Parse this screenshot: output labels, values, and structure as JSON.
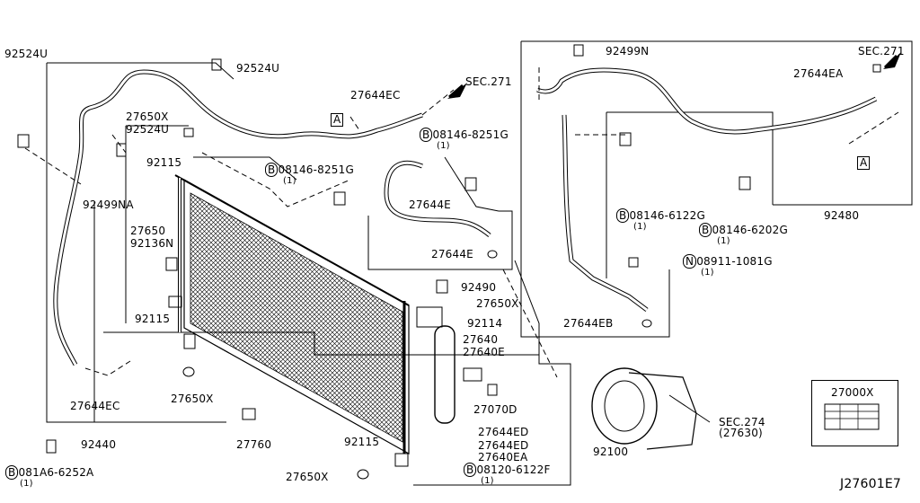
{
  "labels": {
    "p92524U_left": "92524U",
    "p92524U_top": "92524U",
    "p92524U_mid": "92524U",
    "p27644EC_top": "27644EC",
    "sec271_mid": "SEC.271",
    "a_mark_mid": "A",
    "p27650X_top": "27650X",
    "p92115_top": "92115",
    "b08146_8251G_mid": "08146-8251G",
    "b08146_8251G_mid_qty": "(1)",
    "b08146_8251G_right": "08146-8251G",
    "b08146_8251G_right_qty": "(1)",
    "p92499NA": "92499NA",
    "p27644E_mid": "27644E",
    "p27650": "27650",
    "p92136N": "92136N",
    "p27644E_lower": "27644E",
    "p92490": "92490",
    "p27650X_mid": "27650X",
    "p92115_mid": "92115",
    "p92114": "92114",
    "p27640": "27640",
    "p27640E": "27640E",
    "p27650X_low": "27650X",
    "p27070D": "27070D",
    "p27644EC_low": "27644EC",
    "p27760": "27760",
    "p92440": "92440",
    "b081A6_6252A": "081A6-6252A",
    "b081A6_6252A_qty": "(1)",
    "p92115_low": "92115",
    "p27644ED_1": "27644ED",
    "p27644ED_2": "27644ED",
    "p27640EA": "27640EA",
    "b08120_6122F": "08120-6122F",
    "b08120_6122F_qty": "(1)",
    "p27650X_bottom": "27650X",
    "p92100": "92100",
    "p92499N": "92499N",
    "sec271_right": "SEC.271",
    "p27644EA": "27644EA",
    "a_mark_right": "A",
    "b08146_6122G": "08146-6122G",
    "b08146_6122G_qty": "(1)",
    "b08146_6202G": "08146-6202G",
    "b08146_6202G_qty": "(1)",
    "p92480": "92480",
    "n08911_1081G": "08911-1081G",
    "n08911_1081G_qty": "(1)",
    "p27644EB": "27644EB",
    "sec274": "SEC.274",
    "sec274_ref": "(27630)",
    "p27000X": "27000X",
    "diagram_id": "J27601E7",
    "bolt_prefix": "B",
    "nut_prefix": "N"
  }
}
